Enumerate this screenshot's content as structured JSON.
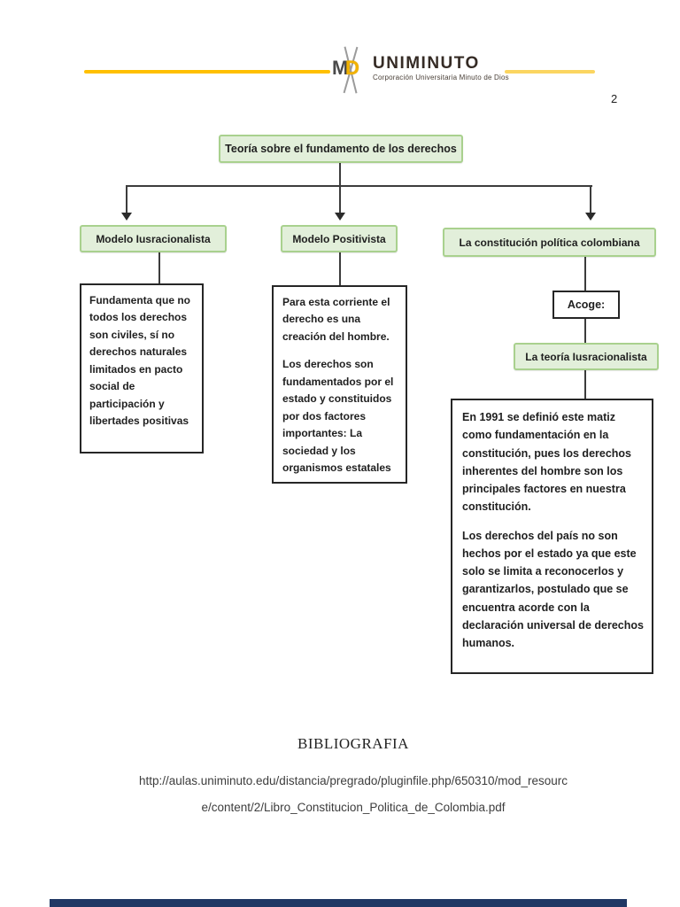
{
  "page": {
    "number": "2"
  },
  "header": {
    "logo": {
      "mark_m": "M",
      "mark_d": "D",
      "wordmark": "UNIMINUTO",
      "tagline": "Corporación Universitaria Minuto de Dios"
    },
    "accent_gold": "#FFC000",
    "accent_gold_light": "#FBD560"
  },
  "diagram": {
    "root_label": "Teoría sobre el fundamento de los derechos",
    "branches": [
      {
        "label": "Modelo Iusracionalista",
        "note": "Fundamenta que no todos los derechos son civiles, sí no derechos naturales limitados en pacto social de participación y libertades positivas"
      },
      {
        "label": "Modelo Positivista",
        "note_paragraphs": [
          "Para esta corriente el derecho es una creación del hombre.",
          "Los derechos son fundamentados por el estado y constituidos por dos factores importantes: La sociedad y los organismos estatales"
        ]
      },
      {
        "label": "La constitución política colombiana",
        "connector_label": "Acoge:",
        "sub_label": "La teoría Iusracionalista",
        "note_paragraphs": [
          "En 1991 se definió este matiz como fundamentación en la constitución, pues los derechos inherentes del hombre son los principales factores en nuestra constitución.",
          "Los derechos del país no son hechos por el estado ya que este solo se limita a reconocerlos y garantizarlos, postulado que se encuentra acorde con la declaración universal de derechos humanos."
        ]
      }
    ],
    "colors": {
      "node_bg": "#E2EFDA",
      "node_border": "#A9D18E",
      "connector": "#3C3C3C"
    }
  },
  "bibliography": {
    "title": "BIBLIOGRAFIA",
    "url_lines": [
      "http://aulas.uniminuto.edu/distancia/pregrado/pluginfile.php/650310/mod_resourc",
      "e/content/2/Libro_Constitucion_Politica_de_Colombia.pdf"
    ]
  },
  "footer": {
    "bar_color": "#203864"
  }
}
